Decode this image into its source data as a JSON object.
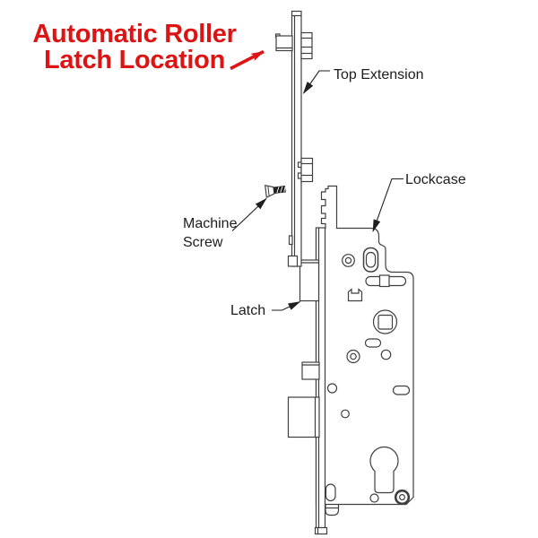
{
  "diagram": {
    "callout": {
      "line1": "Automatic Roller",
      "line2": "Latch Location"
    },
    "labels": {
      "top_extension": "Top Extension",
      "machine_screw_line1": "Machine",
      "machine_screw_line2": "Screw",
      "latch": "Latch",
      "lockcase": "Lockcase"
    },
    "colors": {
      "accent_red": "#dc1414",
      "line": "#3f3f3f",
      "text": "#1c1c1c",
      "background": "#ffffff"
    }
  }
}
